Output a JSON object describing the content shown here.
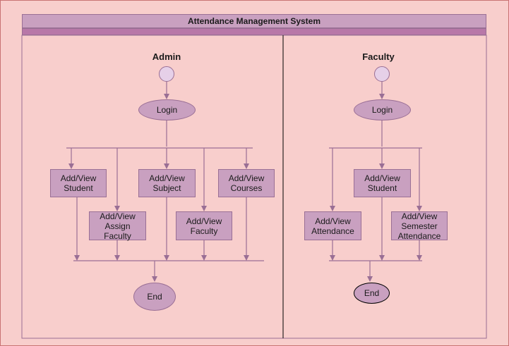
{
  "title": "Attendance Management System",
  "lanes": {
    "admin": {
      "title": "Admin",
      "login": "Login",
      "end": "End",
      "activities": {
        "add_view_student": "Add/View\nStudent",
        "add_view_assign_faculty": "Add/View\nAssign\nFaculty",
        "add_view_subject": "Add/View\nSubject",
        "add_view_faculty": "Add/View\nFaculty",
        "add_view_courses": "Add/View\nCourses"
      }
    },
    "faculty": {
      "title": "Faculty",
      "login": "Login",
      "end": "End",
      "activities": {
        "add_view_attendance": "Add/View\nAttendance",
        "add_view_student": "Add/View\nStudent",
        "add_view_semester_attendance": "Add/View\nSemester\nAttendance"
      }
    }
  },
  "colors": {
    "background": "#f8cecc",
    "node_fill": "#c9a0c0",
    "node_stroke": "#9a6f95",
    "header_band": "#b878a8",
    "end_highlight": "#000000"
  }
}
